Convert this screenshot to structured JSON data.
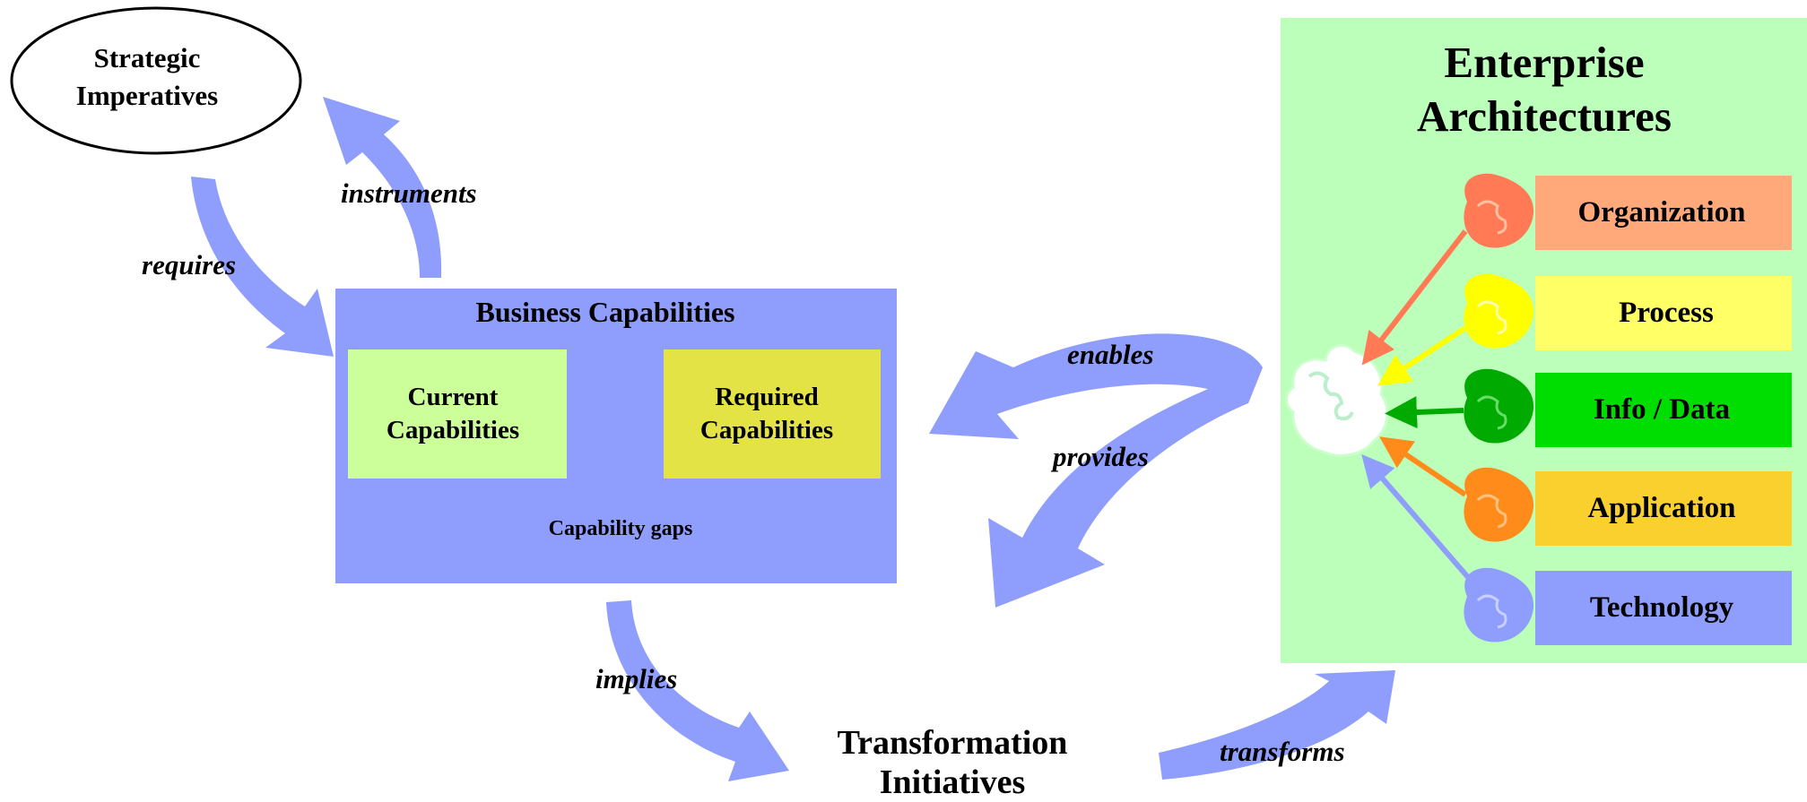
{
  "strategic": {
    "line1": "Strategic",
    "line2": "Imperatives"
  },
  "business": {
    "title": "Business Capabilities",
    "current": {
      "line1": "Current",
      "line2": "Capabilities"
    },
    "required": {
      "line1": "Required",
      "line2": "Capabilities"
    },
    "gaps": "Capability gaps"
  },
  "transformation": {
    "line1": "Transformation",
    "line2": "Initiatives"
  },
  "enterprise": {
    "line1": "Enterprise",
    "line2": "Architectures",
    "layers": [
      "Organization",
      "Process",
      "Info / Data",
      "Application",
      "Technology"
    ]
  },
  "relations": {
    "requires": "requires",
    "instruments": "instruments",
    "enables": "enables",
    "provides": "provides",
    "implies": "implies",
    "transforms": "transforms"
  },
  "colors": {
    "arrow": "#8f9dfc",
    "business_box": "#8f9dfc",
    "current_box": "#ccff99",
    "required_box": "#e3e345",
    "ea_panel": "#bbffbb",
    "organization": "#ffa97a",
    "process": "#ffff66",
    "info_data": "#00dd00",
    "application": "#fad02e",
    "technology": "#8f9dfc"
  }
}
